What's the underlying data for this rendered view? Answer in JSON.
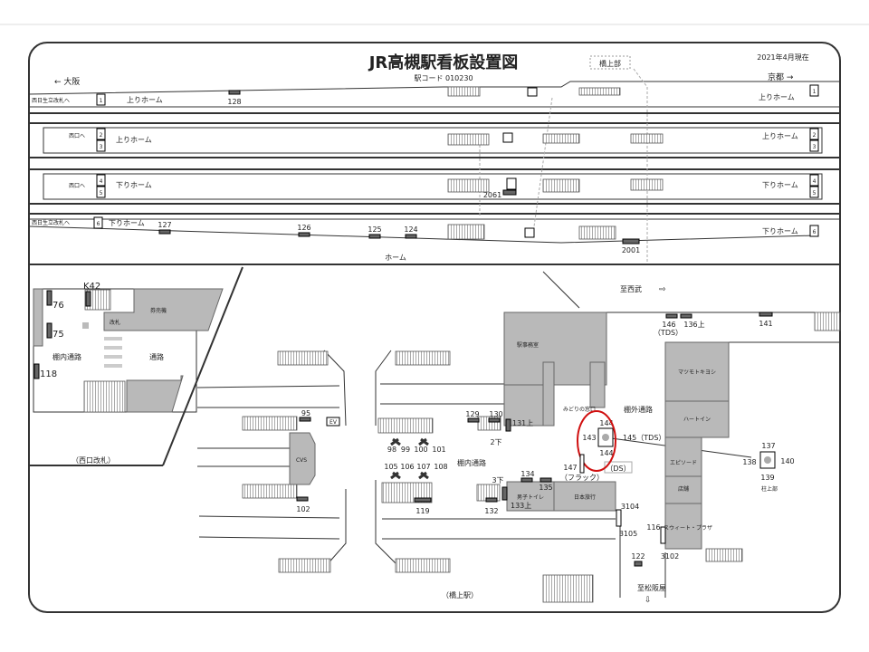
{
  "header": {
    "title": "JR高槻駅看板設置図",
    "station_code": "駅コード 010230",
    "as_of": "2021年4月現在",
    "bridge_label": "橋上部",
    "to_osaka": "← 大阪",
    "to_kyoto": "京都 →"
  },
  "platforms": {
    "west_gate_bridge": "西日生立改札へ",
    "west_exit": "西口へ",
    "up_platform": "上りホーム",
    "down_platform": "下りホーム",
    "home": "ホーム",
    "track_numbers": [
      "1",
      "2",
      "3",
      "4",
      "5",
      "6"
    ]
  },
  "west_gate": {
    "caption": "（西口改札）",
    "inner_passage": "棚内通路",
    "passage": "通路",
    "gate": "改札",
    "ticket_machines": "券売機"
  },
  "concourse": {
    "caption": "（橋上駅）",
    "inner_passage": "棚内通路",
    "outer_passage": "棚外通路",
    "station_office": "駅事務室",
    "midori": "みどりの窓口",
    "cvs": "CVS",
    "ev": "EV",
    "mens_toilet": "男子トイレ",
    "travel_agency": "日本旅行",
    "to_seibu": "至西武",
    "to_matsuzakaya": "至松阪屋",
    "pillar_top": "柱上部",
    "shops": [
      "マツモトキヨシ",
      "ハートイン",
      "エピソード",
      "店舗",
      "スウィート・プラザ"
    ]
  },
  "signs": {
    "s128": "128",
    "s127": "127",
    "s126": "126",
    "s125": "125",
    "s124": "124",
    "s2061": "2061",
    "s2001": "2001",
    "k42": "K42",
    "s76": "76",
    "s75": "75",
    "s118": "118",
    "s95": "95",
    "s102": "102",
    "s98": "98",
    "s99": "99",
    "s100": "100",
    "s101": "101",
    "s105": "105",
    "s106": "106",
    "s107": "107",
    "s108": "108",
    "s119": "119",
    "s129": "129",
    "s130": "130",
    "s131": "131上",
    "s2d": "2下",
    "s3d": "3下",
    "s132": "132",
    "s133": "133上",
    "s134": "134",
    "s135": "135",
    "s146": "146",
    "s146b": "（TDS）",
    "s136": "136上",
    "s141": "141",
    "s143": "143",
    "s144a": "144",
    "s144": "144",
    "s145": "145（TDS）",
    "ds": "（DS）",
    "s147": "147",
    "s147b": "（フラック）",
    "s3104": "3104",
    "s3105": "3105",
    "s116": "116",
    "s3102": "3102",
    "s122": "122",
    "s137": "137",
    "s138": "138",
    "s139": "139",
    "s140": "140"
  },
  "colors": {
    "highlight": "#d01010",
    "room": "#b9b9b9"
  }
}
